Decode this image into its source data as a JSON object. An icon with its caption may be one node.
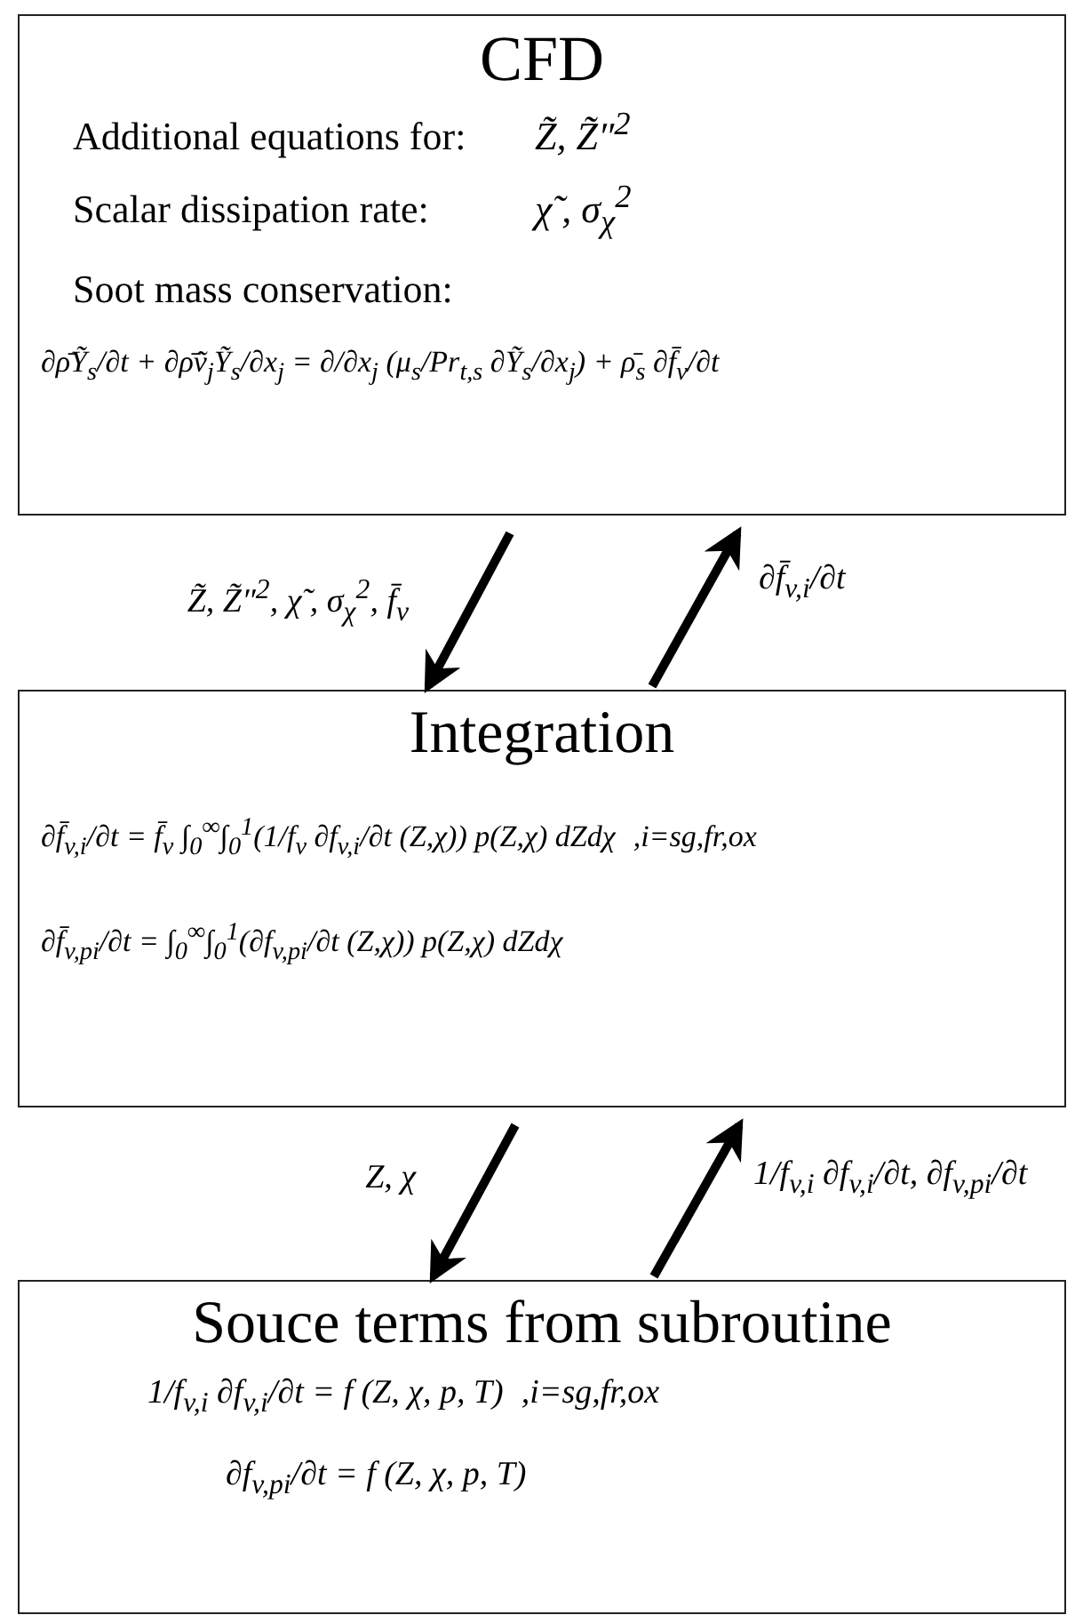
{
  "diagram": {
    "nodes": [
      {
        "text": [
          "CFD",
          "Additional equations for:",
          "Z̃, Z̃″$^{2}$",
          "Scalar dissipation rate:",
          "χ̃ , σ$_{χ}$$^{2}$",
          "Soot mass conservation:",
          "∂ρ̄Ỹ$_{s}$/∂t + ∂ρ̄ṽ$_{j}$Ỹ$_{s}$/∂x$_{j}$ = ∂/∂x$_{j}$ (μ$_{s}$/Pr$_{t,s}$ ∂Ỹ$_{s}$/∂x$_{j}$) + ρ̄$_{s}$ ∂f̄$_{v}$/∂t"
        ]
      },
      {
        "text": [
          "Integration",
          "∂f̄$_{v,i}$/∂t = f̄$_{v}$ ∫$_{0}$$^{∞}$∫$_{0}$$^{1}$(1/f$_{v}$ ∂f$_{v,i}$/∂t (Z,χ)) p(Z,χ) dZdχ",
          ",i=sg,fr,ox",
          "∂f̄$_{v,pi}$/∂t = ∫$_{0}$$^{∞}$∫$_{0}$$^{1}$(∂f$_{v,pi}$/∂t (Z,χ)) p(Z,χ) dZdχ"
        ]
      },
      {
        "text": [
          "Souce terms from subroutine",
          "1/f$_{v,i}$ ∂f$_{v,i}$/∂t = f (Z, χ, p, T)",
          ",i=sg,fr,ox",
          "∂f$_{v,pi}$/∂t = f (Z, χ, p, T)"
        ]
      }
    ],
    "edges": [
      {
        "from": 0,
        "to": 1,
        "arrow": "to",
        "label": "Z̃, Z̃″$^{2}$,  χ̃ , σ$_{χ}$$^{2}$,  f̄$_{v}$"
      },
      {
        "from": 1,
        "to": 0,
        "arrow": "to",
        "label": "∂f̄$_{v,i}$/∂t"
      },
      {
        "from": 1,
        "to": 2,
        "arrow": "to",
        "label": "Z, χ"
      },
      {
        "from": 2,
        "to": 1,
        "arrow": "to",
        "label": "1/f$_{v,i}$ ∂f$_{v,i}$/∂t, ∂f$_{v,pi}$/∂t"
      }
    ]
  }
}
